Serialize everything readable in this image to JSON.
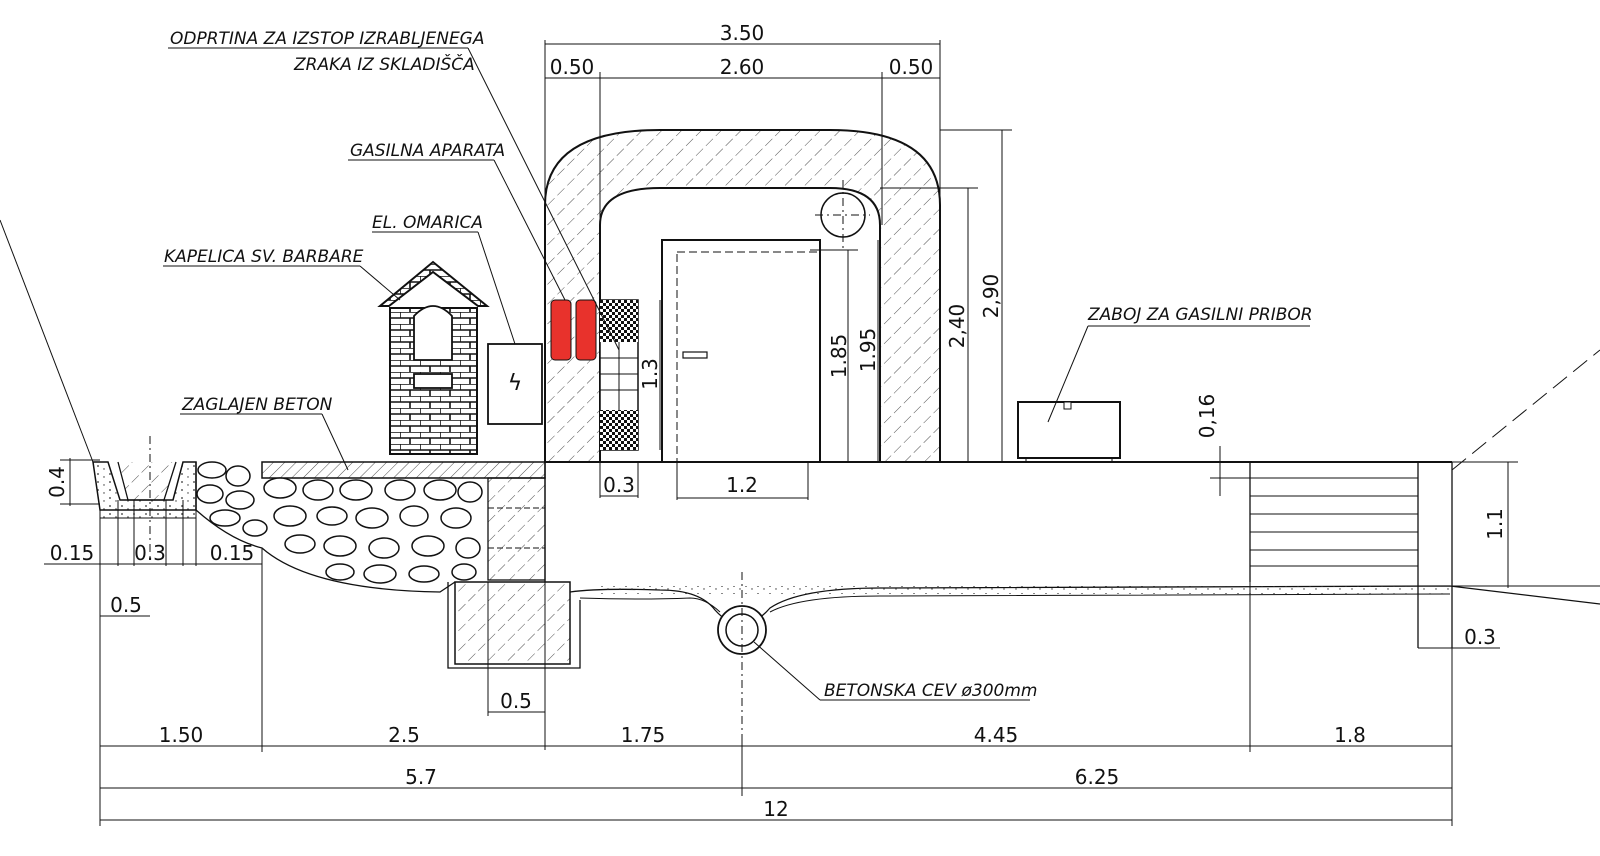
{
  "labels": {
    "vent_line1": "ODPRTINA ZA IZSTOP IZRABLJENEGA",
    "vent_line2": "ZRAKA IZ SKLADIŠČA",
    "extinguishers": "GASILNA APARATA",
    "el_box": "EL. OMARICA",
    "chapel": "KAPELICA SV. BARBARE",
    "smooth_concrete": "ZAGLAJEN BETON",
    "fire_box": "ZABOJ ZA GASILNI PRIBOR",
    "pipe": "BETONSKA CEV ø300mm"
  },
  "dimensions": {
    "top_total": "3.50",
    "top_left": "0.50",
    "top_mid": "2.60",
    "top_right": "0.50",
    "h185": "1.85",
    "h195": "1.95",
    "h240": "2,40",
    "h290": "2,90",
    "h13": "1.3",
    "w03_vent": "0.3",
    "w12_door": "1.2",
    "h016": "0,16",
    "h11": "1.1",
    "w03_right": "0.3",
    "h04": "0.4",
    "d015a": "0.15",
    "d03": "0.3",
    "d015b": "0.15",
    "d05a": "0.5",
    "d05b": "0.5",
    "b150": "1.50",
    "b25": "2.5",
    "b175": "1.75",
    "b445": "4.45",
    "b18": "1.8",
    "b57": "5.7",
    "b625": "6.25",
    "b12": "12"
  },
  "colors": {
    "line": "#111111",
    "extinguisher": "#e8322c"
  },
  "icons": {
    "lightning": "lightning-bolt-icon"
  }
}
